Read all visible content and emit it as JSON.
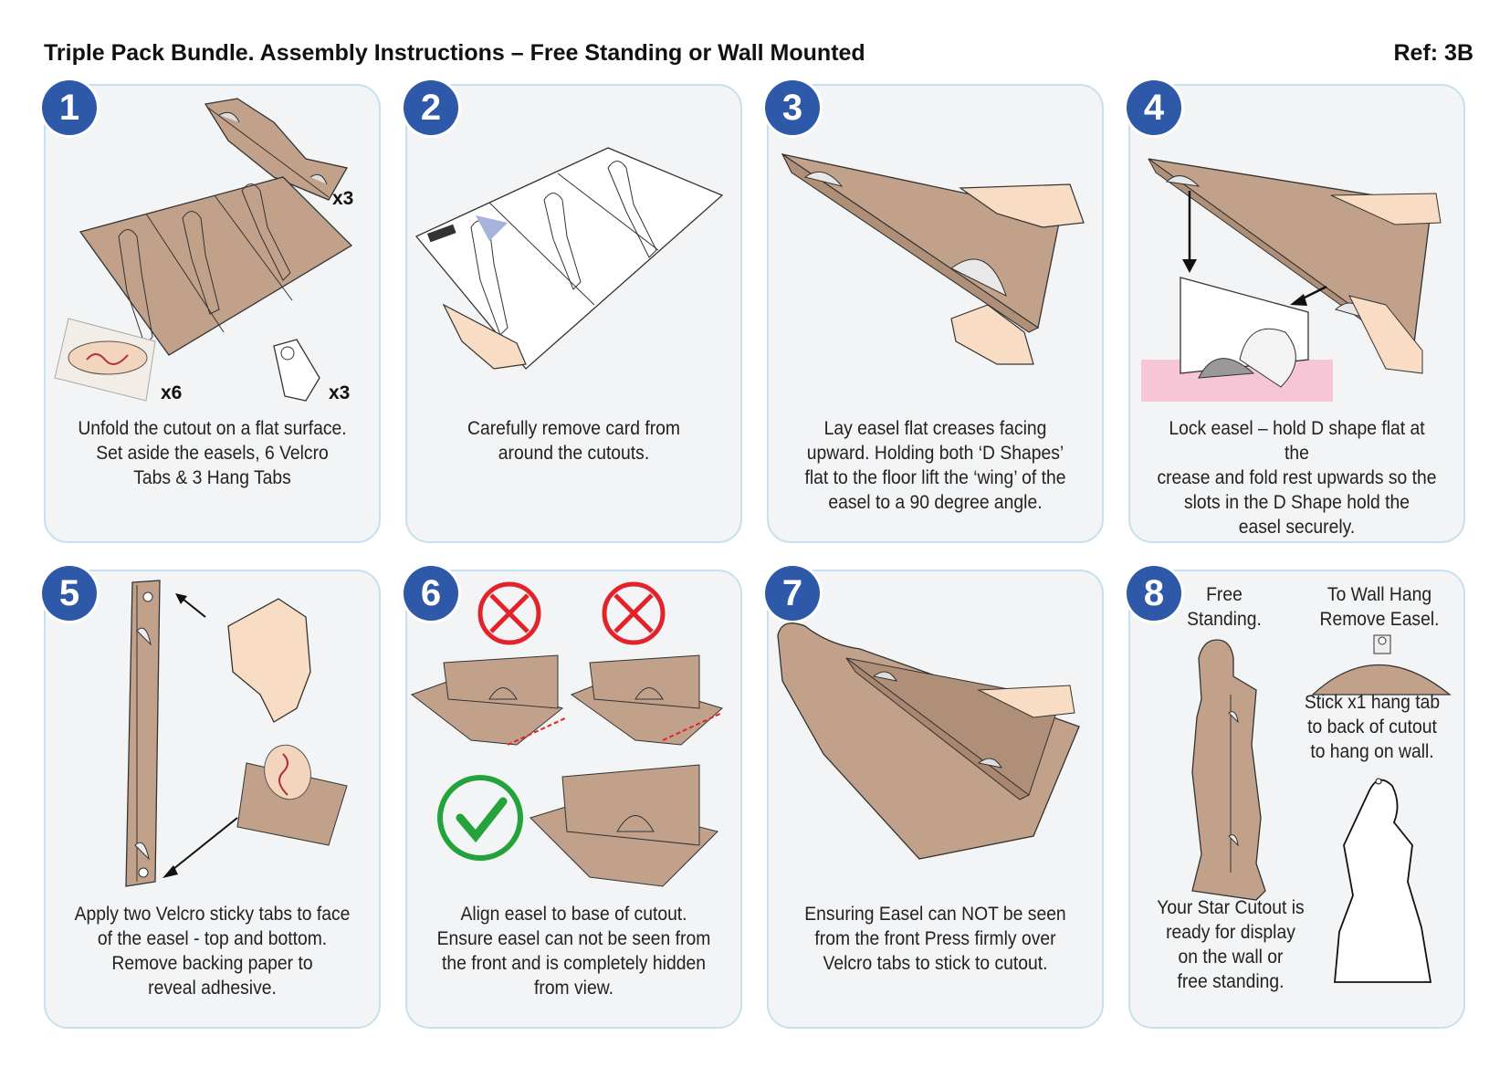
{
  "header": {
    "title": "Triple Pack Bundle. Assembly Instructions – Free Standing or Wall Mounted",
    "ref": "Ref: 3B"
  },
  "colors": {
    "cardboard": "#c2a18b",
    "panel_border": "#c6e0ee",
    "panel_bg": "#f3f4f5",
    "step_badge": "#2e58a8",
    "wrong": "#e2232b",
    "right": "#23a33a",
    "skin": "#f8dcc4"
  },
  "steps": [
    {
      "number": "1",
      "caption": "Unfold the cutout on a flat surface.\nSet aside the easels, 6 Velcro\nTabs & 3 Hang Tabs",
      "labels": {
        "easels": "x3",
        "velcro": "x6",
        "hang_tabs": "x3"
      }
    },
    {
      "number": "2",
      "caption": "Carefully remove card from\naround the cutouts."
    },
    {
      "number": "3",
      "caption": "Lay easel flat creases facing\nupward. Holding both ‘D Shapes’\nflat to the floor lift the ‘wing’ of the\neasel to a 90 degree angle."
    },
    {
      "number": "4",
      "caption": "Lock easel – hold D shape flat at the\ncrease and fold rest upwards so the\nslots in the D Shape hold the\neasel securely."
    },
    {
      "number": "5",
      "caption": "Apply two Velcro sticky tabs to face\nof the easel - top and bottom.\nRemove backing paper to\nreveal adhesive."
    },
    {
      "number": "6",
      "caption": "Align easel to base of cutout.\nEnsure easel can not be seen from\nthe front and is completely hidden\nfrom view."
    },
    {
      "number": "7",
      "caption": "Ensuring Easel can NOT be seen\nfrom the front Press firmly over\nVelcro tabs to stick to cutout."
    },
    {
      "number": "8",
      "free_standing_label": "Free\nStanding.",
      "wall_hang_label": "To Wall Hang\nRemove Easel.",
      "hang_tab_text": "Stick x1 hang tab\nto back of cutout\nto hang on wall.",
      "caption": "Your Star Cutout is\nready for display\non the wall or\nfree standing."
    }
  ]
}
